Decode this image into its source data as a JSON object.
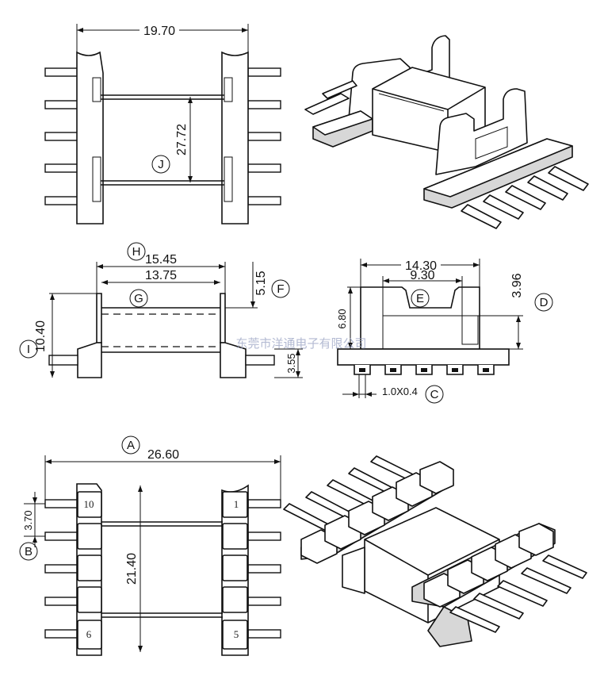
{
  "dimensions": {
    "top_width": "19.70",
    "top_gap": "27.72",
    "side_outer": "15.45",
    "side_inner": "13.75",
    "side_height": "10.40",
    "side_top": "5.15",
    "side_pin": "3.55",
    "front_outer": "14.30",
    "front_inner": "9.30",
    "front_height": "6.80",
    "front_slot": "3.96",
    "pin_section": "1.0X0.4",
    "bottom_width": "26.60",
    "bottom_gap": "21.40",
    "pin_pitch": "3.70"
  },
  "labels": {
    "A": "A",
    "B": "B",
    "C": "C",
    "D": "D",
    "E": "E",
    "F": "F",
    "G": "G",
    "H": "H",
    "I": "I",
    "J": "J"
  },
  "pins": {
    "p10": "10",
    "p1": "1",
    "p6": "6",
    "p5": "5"
  },
  "watermark": "东莞市洋通电子有限公司"
}
